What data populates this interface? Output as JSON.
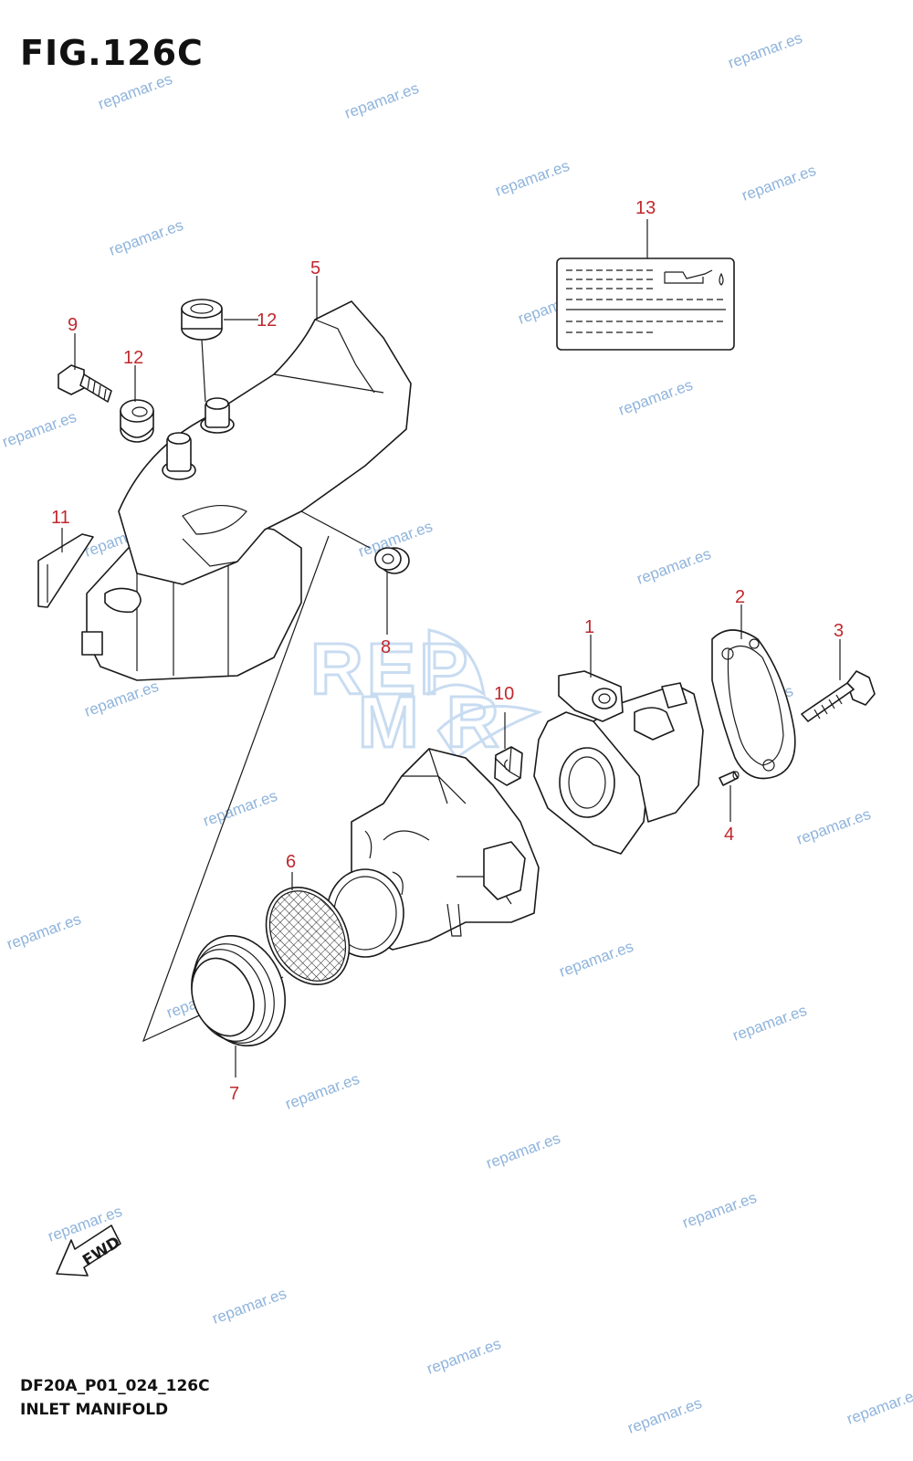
{
  "figure": {
    "title": "FIG.126C",
    "code": "DF20A_P01_024_126C",
    "name": "INLET MANIFOLD"
  },
  "callouts": [
    {
      "id": "c1",
      "label": "1"
    },
    {
      "id": "c2",
      "label": "2"
    },
    {
      "id": "c3",
      "label": "3"
    },
    {
      "id": "c4",
      "label": "4"
    },
    {
      "id": "c5",
      "label": "5"
    },
    {
      "id": "c6",
      "label": "6"
    },
    {
      "id": "c7",
      "label": "7"
    },
    {
      "id": "c8",
      "label": "8"
    },
    {
      "id": "c9",
      "label": "9"
    },
    {
      "id": "c10",
      "label": "10"
    },
    {
      "id": "c11",
      "label": "11"
    },
    {
      "id": "c12a",
      "label": "12"
    },
    {
      "id": "c12b",
      "label": "12"
    },
    {
      "id": "c13",
      "label": "13"
    }
  ],
  "fwd_label": "FWD",
  "logo_text": "REPMAR",
  "watermark": "repamar.es",
  "colors": {
    "callout": "#c0282d",
    "watermark": "#8fb4dc",
    "logo": "#9cc0e6",
    "line": "#1a1a1a"
  }
}
